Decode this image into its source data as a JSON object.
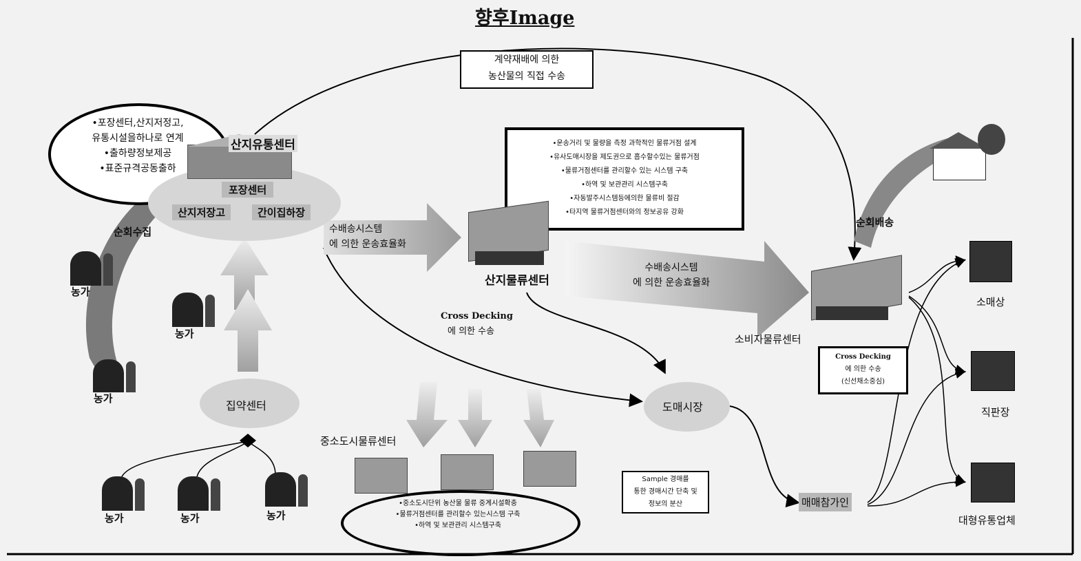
{
  "title": "향후Image",
  "nodes": {
    "contract_box": [
      "계약재배에 의한",
      "농산물의 직접 수송"
    ],
    "left_bubble": [
      "•포장센터,산지저정고,",
      "유통시설을하나로 연계",
      "•출하량정보제공",
      "•표준규격공동출하"
    ],
    "sanji_center": "산지유통센터",
    "packing": "포장센터",
    "storage": "산지저장고",
    "simple_yard": "간이집하장",
    "circular_collect": "순회수집",
    "farm": "농가",
    "gather_center": "집약센터",
    "transport1": [
      "수배송시스템",
      "에 의한 운송효율화"
    ],
    "logistics_box": [
      "•운송거리 및 물량을 측정 과학적인 물류거점 설계",
      "•유사도매시장을 제도권으로 흡수할수있는 물류거점",
      "•물류거점센터를 관리할수 있는 시스템 구축",
      "•하역 및 보관관리 시스템구축",
      "•자동발주시스템등에의한 물류비 절감",
      "•타지역 물류거점센터와의 정보공유 강화"
    ],
    "sanji_logistics": "산지물류센터",
    "cross_docking": "Cross Decking",
    "cross_docking_sub": "에 의한 수송",
    "transport2": [
      "수배송시스템",
      "에 의한 운송효율화"
    ],
    "wholesale": "도매시장",
    "mid_city_center": "중소도시물류센터",
    "mid_ellipse": [
      "•중소도시단위 농산물 물류 중계시설확충",
      "•물류거점센터를 관리할수 있는시스템 구축",
      "•하역 및 보관관리 시스템구축"
    ],
    "sample_box": [
      "Sample 경매를",
      "통한 경매시간 단축 및",
      "정보의 분산"
    ],
    "buyer": "매매참가인",
    "consumer_center": "소비자물류센터",
    "circular_delivery": "순회배송",
    "cross2": [
      "Cross Decking",
      "에 의한 수송",
      "(신선채소중심)"
    ],
    "retailer": "소매상",
    "direct_store": "직판장",
    "large_retail": "대형유통업체"
  }
}
